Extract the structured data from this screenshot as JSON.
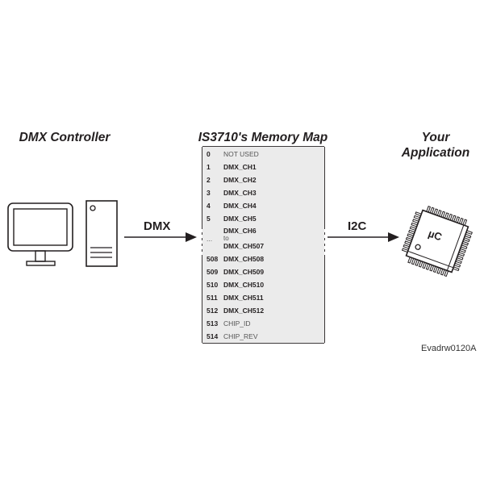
{
  "titles": {
    "controller": "DMX Controller",
    "memory_map": "IS3710's Memory Map",
    "application_line1": "Your",
    "application_line2": "Application"
  },
  "links": {
    "left_label": "DMX",
    "right_label": "I2C"
  },
  "chip_label": "µC",
  "memory_map": {
    "rows_top": [
      {
        "addr": "0",
        "name": "NOT USED",
        "style": "light"
      },
      {
        "addr": "1",
        "name": "DMX_CH1",
        "style": "bold"
      },
      {
        "addr": "2",
        "name": "DMX_CH2",
        "style": "bold"
      },
      {
        "addr": "3",
        "name": "DMX_CH3",
        "style": "bold"
      },
      {
        "addr": "4",
        "name": "DMX_CH4",
        "style": "bold"
      },
      {
        "addr": "5",
        "name": "DMX_CH5",
        "style": "bold"
      }
    ],
    "range": {
      "addr": "...",
      "from": "DMX_CH6",
      "to_word": "to",
      "to": "DMX_CH507"
    },
    "rows_bottom": [
      {
        "addr": "508",
        "name": "DMX_CH508",
        "style": "bold"
      },
      {
        "addr": "509",
        "name": "DMX_CH509",
        "style": "bold"
      },
      {
        "addr": "510",
        "name": "DMX_CH510",
        "style": "bold"
      },
      {
        "addr": "511",
        "name": "DMX_CH511",
        "style": "bold"
      },
      {
        "addr": "512",
        "name": "DMX_CH512",
        "style": "bold"
      },
      {
        "addr": "513",
        "name": "CHIP_ID",
        "style": "light"
      },
      {
        "addr": "514",
        "name": "CHIP_REV",
        "style": "light"
      }
    ]
  },
  "reference": "Evadrw0120A",
  "colors": {
    "stroke": "#231f20",
    "box_fill": "#ebebeb"
  }
}
